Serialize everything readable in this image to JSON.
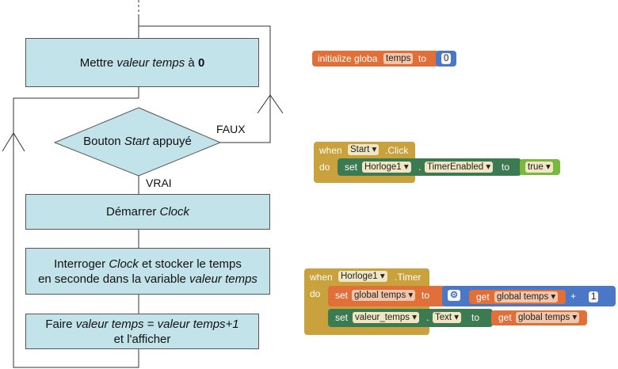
{
  "flowchart": {
    "step1": {
      "pre": "Mettre ",
      "var": "valeur temps",
      "mid": " à ",
      "val": "0"
    },
    "decision": {
      "pre": "Bouton ",
      "var": "Start",
      "post": " appuyé"
    },
    "label_no": "FAUX",
    "label_yes": "VRAI",
    "step2": {
      "pre": "Démarrer ",
      "var": "Clock"
    },
    "step3": {
      "pre": "Interroger ",
      "var": "Clock",
      "post1": " et stocker le temps",
      "line2": "en seconde dans la variable ",
      "var2": "valeur temps"
    },
    "step4": {
      "pre": "Faire ",
      "var1": "valeur temps",
      "eq": " = ",
      "var2": "valeur temps+1",
      "line2": "et l'afficher"
    }
  },
  "blocks": {
    "init": {
      "text": "initialize globa",
      "name": "temps",
      "to": "to",
      "value": "0"
    },
    "start_click": {
      "when": "when",
      "component": "Start",
      "event": ".Click",
      "do": "do",
      "set": "set",
      "target": "Horloge1",
      "dot": ".",
      "property": "TimerEnabled",
      "to": "to",
      "value": "true"
    },
    "timer": {
      "when": "when",
      "component": "Horloge1",
      "event": ".Timer",
      "do": "do",
      "set1": "set",
      "var1": "global temps",
      "to1": "to",
      "get1": "get",
      "get1_var": "global temps",
      "plus": "+",
      "num": "1",
      "set2": "set",
      "target2": "valeur_temps",
      "dot2": ".",
      "property2": "Text",
      "to2": "to",
      "get2": "get",
      "get2_var": "global temps"
    }
  },
  "colors": {
    "box_fill": "#c2e3ea",
    "event_block": "#c9a13d",
    "variable_block": "#e06f3a",
    "math_block": "#4a78c7",
    "component_block": "#3c7a52",
    "logic_block": "#78b83a"
  }
}
